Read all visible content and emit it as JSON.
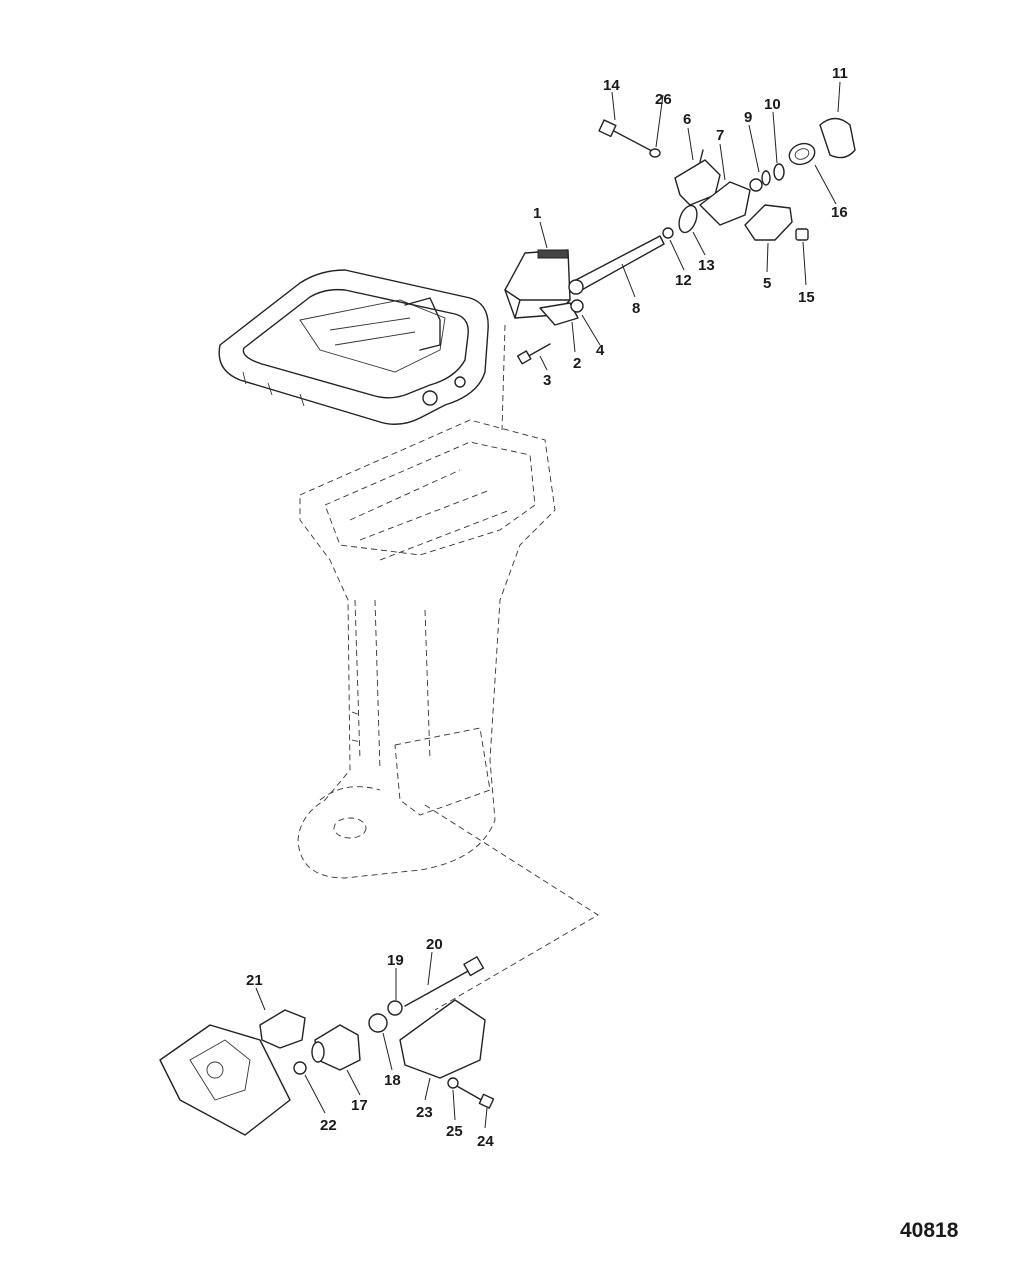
{
  "figure_id": "40818",
  "part_labels": [
    "1",
    "2",
    "3",
    "4",
    "5",
    "6",
    "7",
    "8",
    "9",
    "10",
    "11",
    "12",
    "13",
    "14",
    "15",
    "16",
    "17",
    "18",
    "19",
    "20",
    "21",
    "22",
    "23",
    "24",
    "25",
    "26"
  ]
}
